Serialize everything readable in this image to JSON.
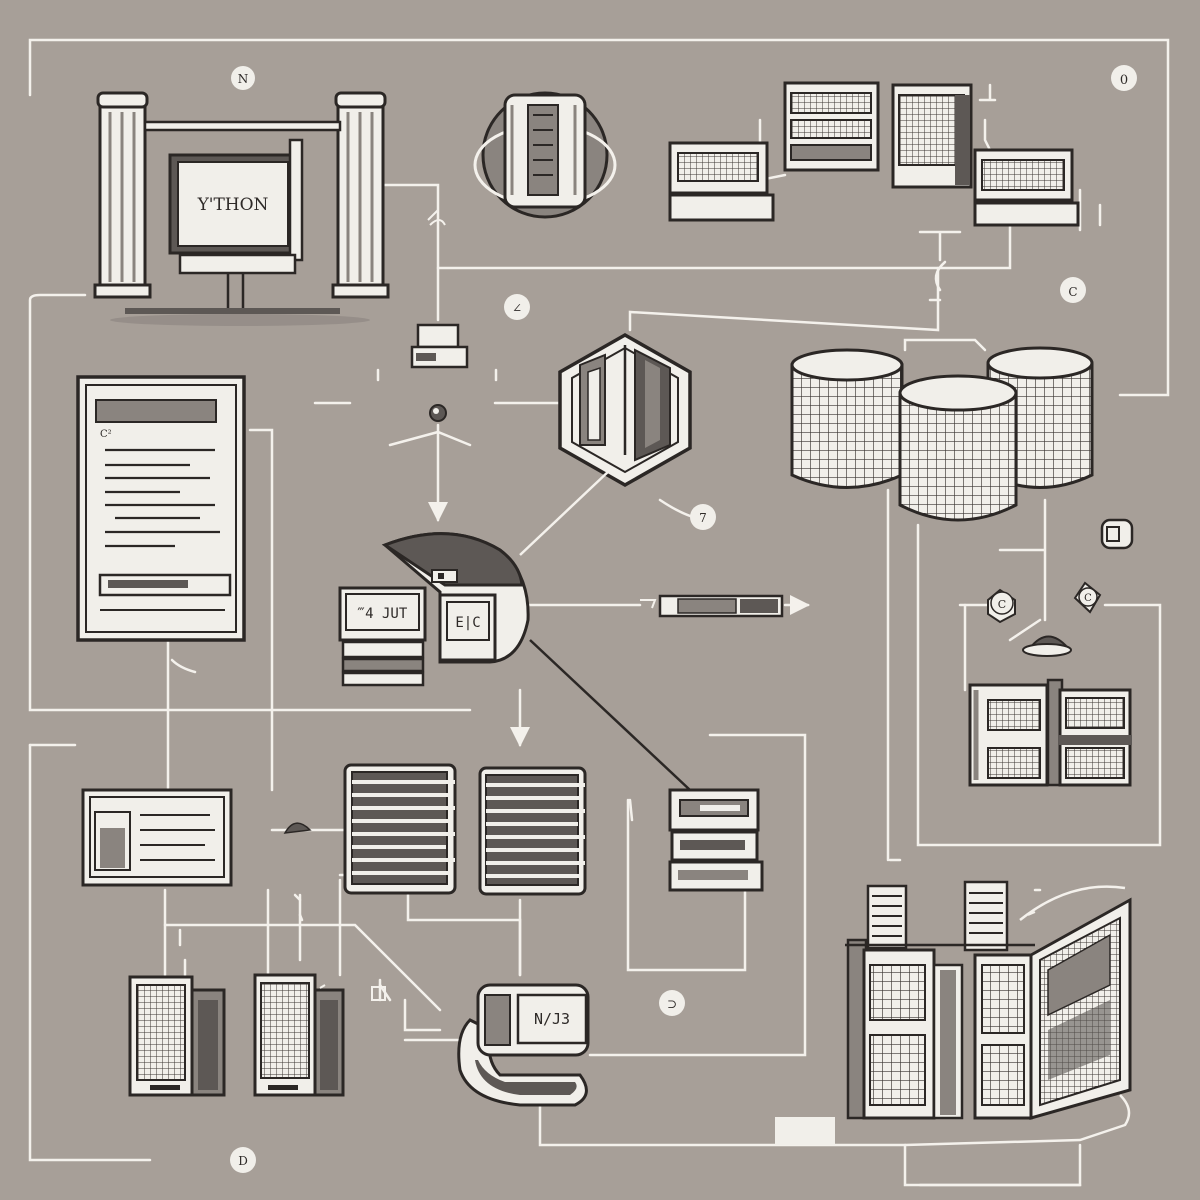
{
  "colors": {
    "background": "#a79f98",
    "line": "#f4f1ec",
    "outline": "#2b2725",
    "fill_light": "#f1efea",
    "fill_mid": "#8a847f",
    "fill_dark": "#5d5855"
  },
  "labels": {
    "monitor_screen": "Y'THON",
    "terminal_text": "‴4 JUT",
    "card_text": "E|C",
    "bottom_device_text": "N/J3"
  },
  "badges": {
    "b1": "N",
    "b2": "0",
    "b3": "∠",
    "b4": "C",
    "b5": "7",
    "b6": "C",
    "b7": "⊃",
    "b8": "D",
    "b9": "C"
  },
  "icons": {
    "servers": "server-tower-icon",
    "database": "database-cylinder-icon",
    "document": "document-icon",
    "monitor": "monitor-icon",
    "hub": "hub-node-icon"
  }
}
